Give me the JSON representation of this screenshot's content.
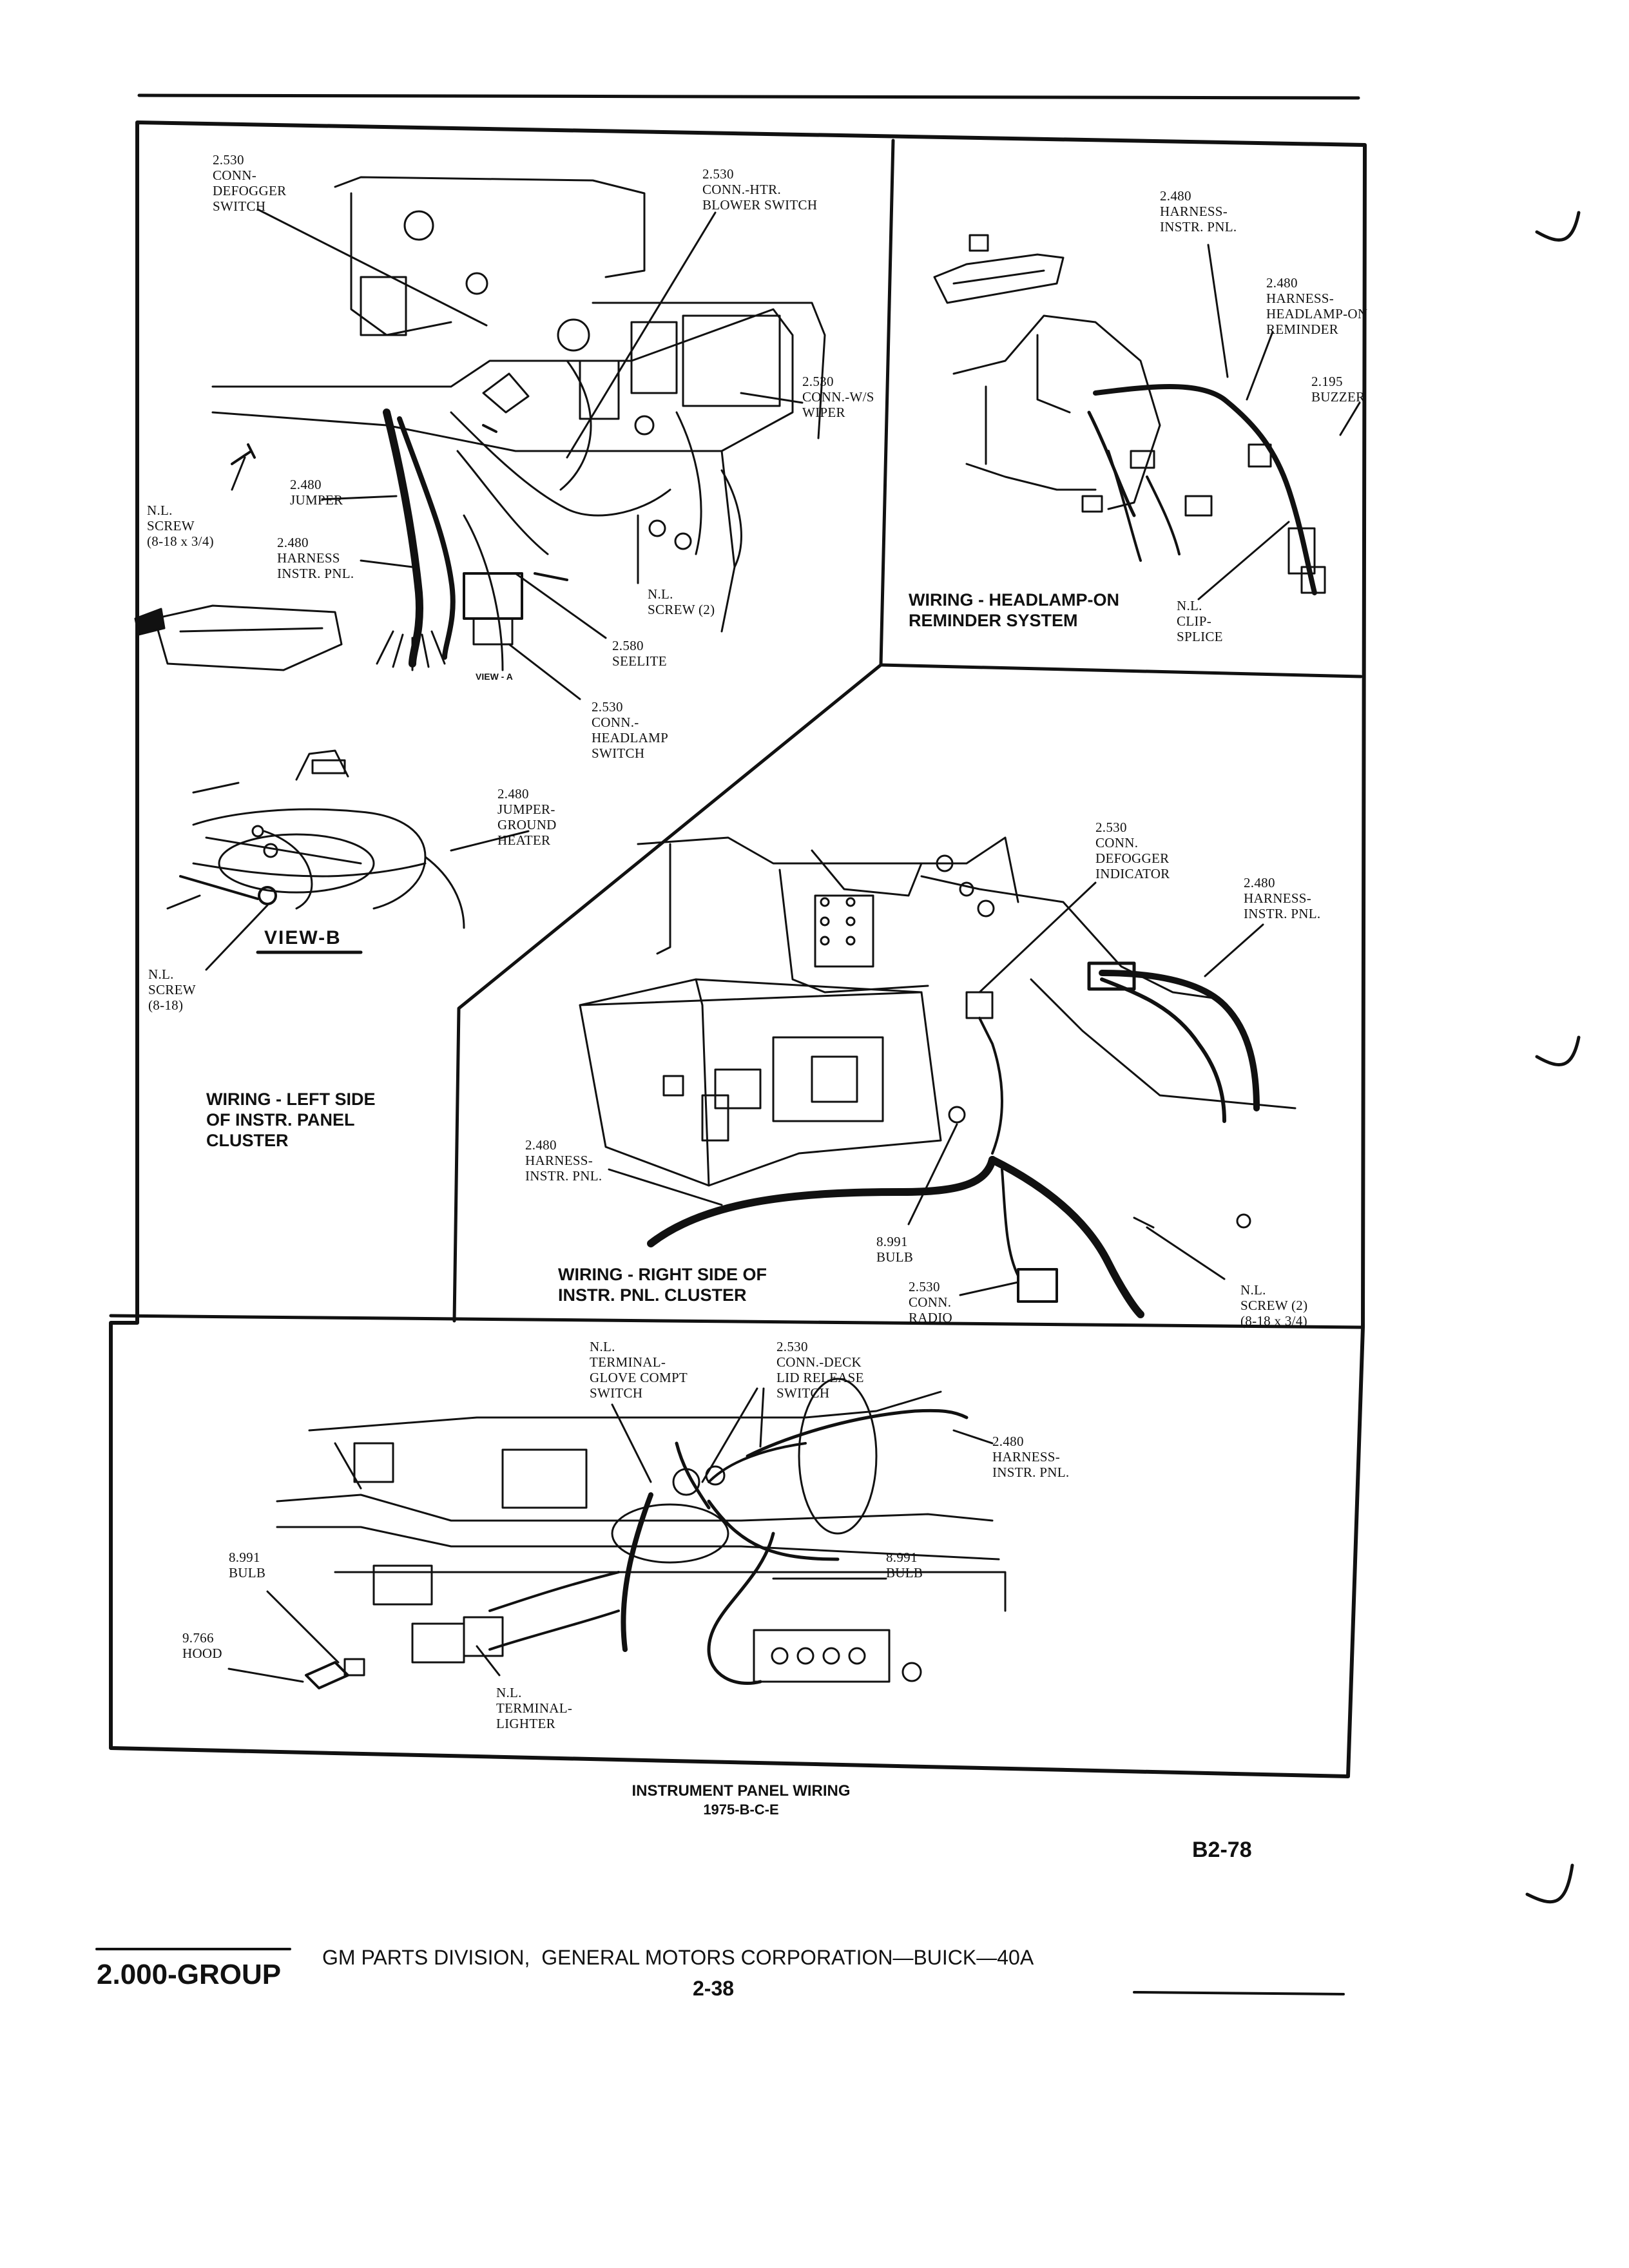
{
  "labels": {
    "defogger_switch": "2.530\nCONN-\nDEFOGGER\nSWITCH",
    "htr_blower": "2.530\nCONN.-HTR.\nBLOWER SWITCH",
    "ws_wiper": "2.530\nCONN.-W/S\nWIPER",
    "nl_screw_left": "N.L.\nSCREW\n(8-18 x 3/4)",
    "jumper": "2.480\nJUMPER",
    "harness_instr_a": "2.480\nHARNESS\nINSTR. PNL.",
    "nl_screw_2": "N.L.\nSCREW (2)",
    "seelite": "2.580\nSEELITE",
    "view_a": "VIEW - A",
    "headlamp_switch": "2.530\nCONN.-\nHEADLAMP\nSWITCH",
    "harness_instr_top": "2.480\nHARNESS-\nINSTR. PNL.",
    "headlamp_on_reminder": "2.480\nHARNESS-\nHEADLAMP-ON\nREMINDER",
    "buzzer": "2.195\nBUZZER",
    "nl_clip_splice": "N.L.\nCLIP-\nSPLICE",
    "jumper_ground_heater": "2.480\nJUMPER-\nGROUND\nHEATER",
    "view_b": "VIEW-B",
    "nl_screw_b": "N.L.\nSCREW\n(8-18)",
    "defogger_indicator": "2.530\nCONN.\nDEFOGGER\nINDICATOR",
    "harness_instr_right": "2.480\nHARNESS-\nINSTR. PNL.",
    "harness_instr_mid": "2.480\nHARNESS-\nINSTR. PNL.",
    "bulb_mid": "8.991\nBULB",
    "radio": "2.530\nCONN.\nRADIO",
    "nl_screw_2_right": "N.L.\nSCREW (2)\n(8-18 x 3/4)",
    "glove_compt": "N.L.\nTERMINAL-\nGLOVE COMPT\nSWITCH",
    "deck_lid": "2.530\nCONN.-DECK\nLID RELEASE\nSWITCH",
    "harness_instr_bottom": "2.480\nHARNESS-\nINSTR. PNL.",
    "bulb_left": "8.991\nBULB",
    "bulb_right": "8.991\nBULB",
    "hood": "9.766\nHOOD",
    "terminal_lighter": "N.L.\nTERMINAL-\nLIGHTER"
  },
  "captions": {
    "headlamp_system": "WIRING - HEADLAMP-ON\nREMINDER SYSTEM",
    "left_side": "WIRING - LEFT SIDE\nOF INSTR. PANEL\nCLUSTER",
    "right_side": "WIRING - RIGHT SIDE OF\nINSTR. PNL. CLUSTER"
  },
  "title": {
    "main": "INSTRUMENT PANEL WIRING",
    "sub": "1975-B-C-E"
  },
  "page_code": "B2-78",
  "footer": {
    "group": "2.000-GROUP",
    "division": "GM PARTS DIVISION,  GENERAL MOTORS CORPORATION—BUICK—40A",
    "page": "2-38"
  }
}
